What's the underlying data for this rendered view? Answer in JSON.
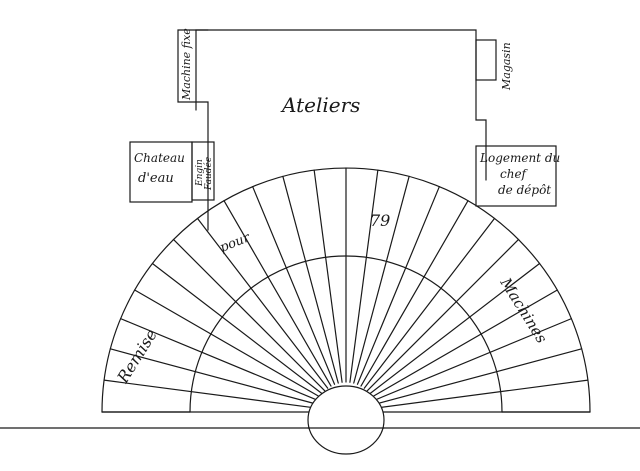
{
  "labels": {
    "ateliers": "Ateliers",
    "machine_fixe": "Machine fixe",
    "magasin": "Magasin",
    "chateau_line1": "Chateau",
    "chateau_line2": "d'eau",
    "rotated_small_line1": "Engin",
    "rotated_small_line2": "Faudée",
    "logement_line1": "Logement du",
    "logement_line2": "chef",
    "logement_line3": "de dépôt",
    "number": "79",
    "pour": "pour",
    "remise": "Remise",
    "machines": "Machines"
  },
  "colors": {
    "ink": "#1a1a1a",
    "paper": "#ffffff"
  },
  "rotunda": {
    "stalls": 24
  }
}
